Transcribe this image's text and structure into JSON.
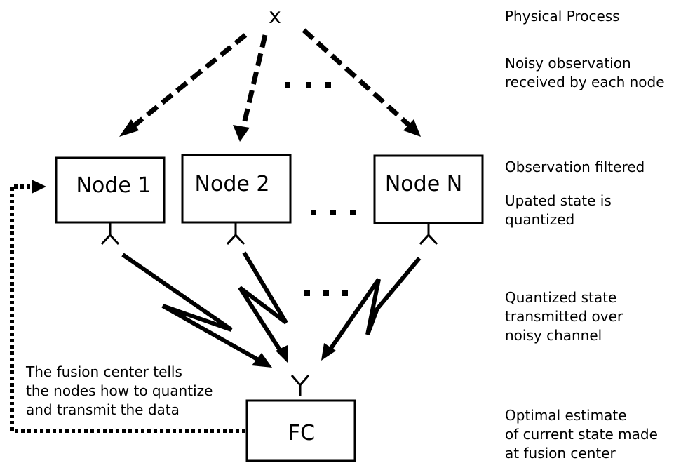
{
  "process_label": "x",
  "nodes": {
    "node1": "Node 1",
    "node2": "Node 2",
    "nodeN": "Node N"
  },
  "fusion_center": "FC",
  "ellipsis": "· · ·",
  "feedback_note": {
    "line1": "The fusion center tells",
    "line2": "the nodes how to quantize",
    "line3": "and transmit the data"
  },
  "stages": {
    "physical": "Physical Process",
    "noisy_1": "Noisy observation",
    "noisy_2": "received by each node",
    "filtered": "Observation filtered",
    "quantized_1": "Upated state is",
    "quantized_2": "quantized",
    "transmitted_1": "Quantized state",
    "transmitted_2": "transmitted over",
    "transmitted_3": "noisy channel",
    "estimate_1": "Optimal estimate",
    "estimate_2": "of current state made",
    "estimate_3": "at fusion center"
  },
  "colors": {
    "ink": "#000000",
    "background": "#ffffff"
  }
}
